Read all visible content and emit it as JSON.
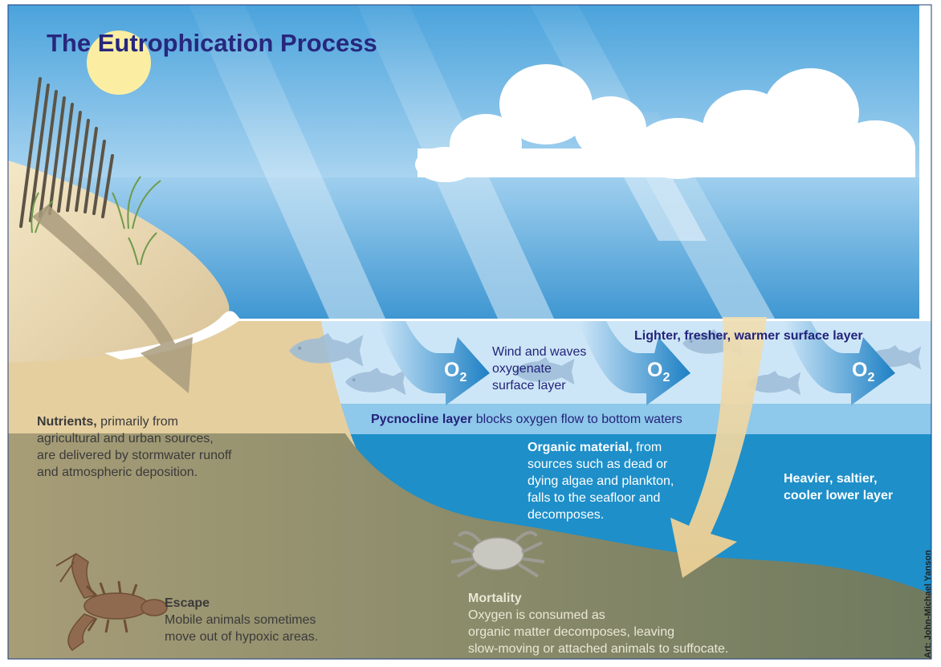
{
  "title": "The Eutrophication Process",
  "labels": {
    "nutrients_bold": "Nutrients,",
    "nutrients_line1": " primarily from",
    "nutrients_line2": "agricultural and urban sources,",
    "nutrients_line3": "are delivered by stormwater runoff",
    "nutrients_line4": "and atmospheric deposition.",
    "wind_line1": "Wind and waves",
    "wind_line2": "oxygenate",
    "wind_line3": "surface layer",
    "surface_layer": "Lighter, fresher, warmer surface layer",
    "pycnocline_bold": "Pycnocline layer",
    "pycnocline_rest": " blocks oxygen flow to bottom waters",
    "organic_bold": "Organic material,",
    "organic_line1": " from",
    "organic_line2": "sources such as dead or",
    "organic_line3": "dying algae and plankton,",
    "organic_line4": "falls to the seafloor and",
    "organic_line5": "decomposes.",
    "lower_line1": "Heavier, saltier,",
    "lower_line2": "cooler lower layer",
    "escape_title": "Escape",
    "escape_line1": "Mobile animals sometimes",
    "escape_line2": "move out of hypoxic areas.",
    "mortality_title": "Mortality",
    "mortality_line1": "Oxygen is consumed as",
    "mortality_line2": "organic matter decomposes, leaving",
    "mortality_line3": "slow-moving or attached animals to suffocate."
  },
  "oxygen": {
    "symbol": "O",
    "subscript": "2"
  },
  "credit": "Art: John-Michael Yanson",
  "icons": [
    "sun-icon",
    "cloud-icon",
    "fence-icon",
    "dune-grass-icon",
    "fish-icon",
    "oxygen-arrow-icon",
    "lobster-icon",
    "crab-icon"
  ],
  "colors": {
    "title": "#27277d",
    "label_navy": "#23237a",
    "sky": "#5aaee0",
    "sea": "#1c8cc8",
    "surface_layer": "#cde6f7",
    "pycnocline": "#8ec8ea",
    "lower_layer": "#1e8fc9",
    "sand": "#e8d4a8",
    "seafloor": "#8f8a6c",
    "sun": "#fbeea2"
  }
}
